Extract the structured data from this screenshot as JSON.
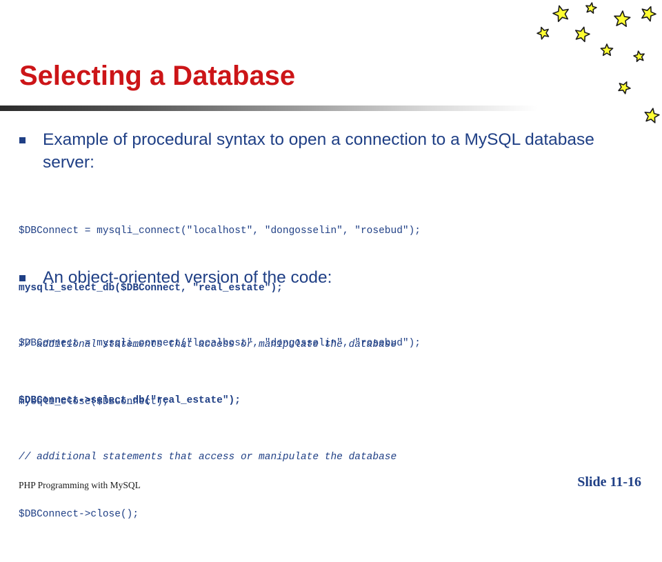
{
  "slide": {
    "title": "Selecting a Database",
    "bullets": [
      "Example of procedural syntax to open a connection to a MySQL database server:",
      "An object-oriented version of the code:"
    ],
    "procedural_code": [
      "$DBConnect = mysqli_connect(\"localhost\", \"dongosselin\", \"rosebud\");",
      "mysqli_select_db($DBConnect, \"real_estate\");",
      "// additional statements that access or manipulate the database",
      "mysqli_close($DBConnect);"
    ],
    "oo_code": [
      "$DBConnect = mysqli_connect(\"localhost\", \"dongosselin\", \"rosebud\");",
      "$DBConnect->select_db(\"real_estate\");",
      "// additional statements that access or manipulate the database",
      "$DBConnect->close();"
    ]
  },
  "footer": {
    "course": "PHP Programming with MySQL",
    "slide_number": "Slide 11-16"
  },
  "colors": {
    "title": "#cc1518",
    "body_text": "#1f3f85",
    "star_fill": "#ffff33",
    "star_outline": "#1a1a1a"
  },
  "decorations": {
    "star_icon": "star-icon"
  }
}
